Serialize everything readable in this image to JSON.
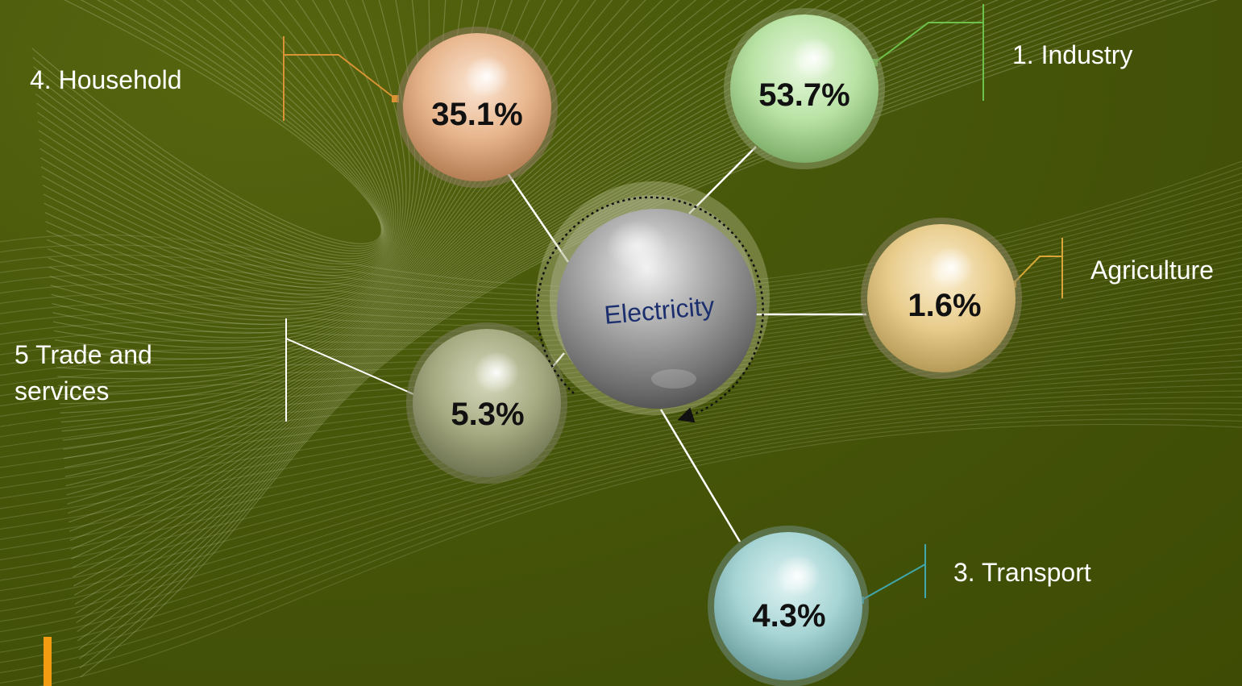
{
  "center": {
    "label": "Electricity"
  },
  "sectors": [
    {
      "id": "industry",
      "label": "1. Industry",
      "value": "53.7%",
      "color": "#b9e3a5",
      "line_color": "#6cc24a"
    },
    {
      "id": "household",
      "label": "4. Household",
      "value": "35.1%",
      "color": "#e8b68d",
      "line_color": "#d99234"
    },
    {
      "id": "agriculture",
      "label": "Agriculture",
      "value": "1.6%",
      "color": "#e8cc8c",
      "line_color": "#d9a738"
    },
    {
      "id": "trade",
      "label_lines": [
        "5 Trade and",
        "services"
      ],
      "value": "5.3%",
      "color": "#a7ab82",
      "line_color": "#ffffff"
    },
    {
      "id": "transport",
      "label": "3. Transport",
      "value": "4.3%",
      "color": "#a6d4d4",
      "line_color": "#3fa7ad"
    }
  ],
  "colors": {
    "background": "#3f4d05",
    "connector": "#ffffff",
    "accent_bar": "#f39c12",
    "center_sphere": "#8f8f8f"
  }
}
